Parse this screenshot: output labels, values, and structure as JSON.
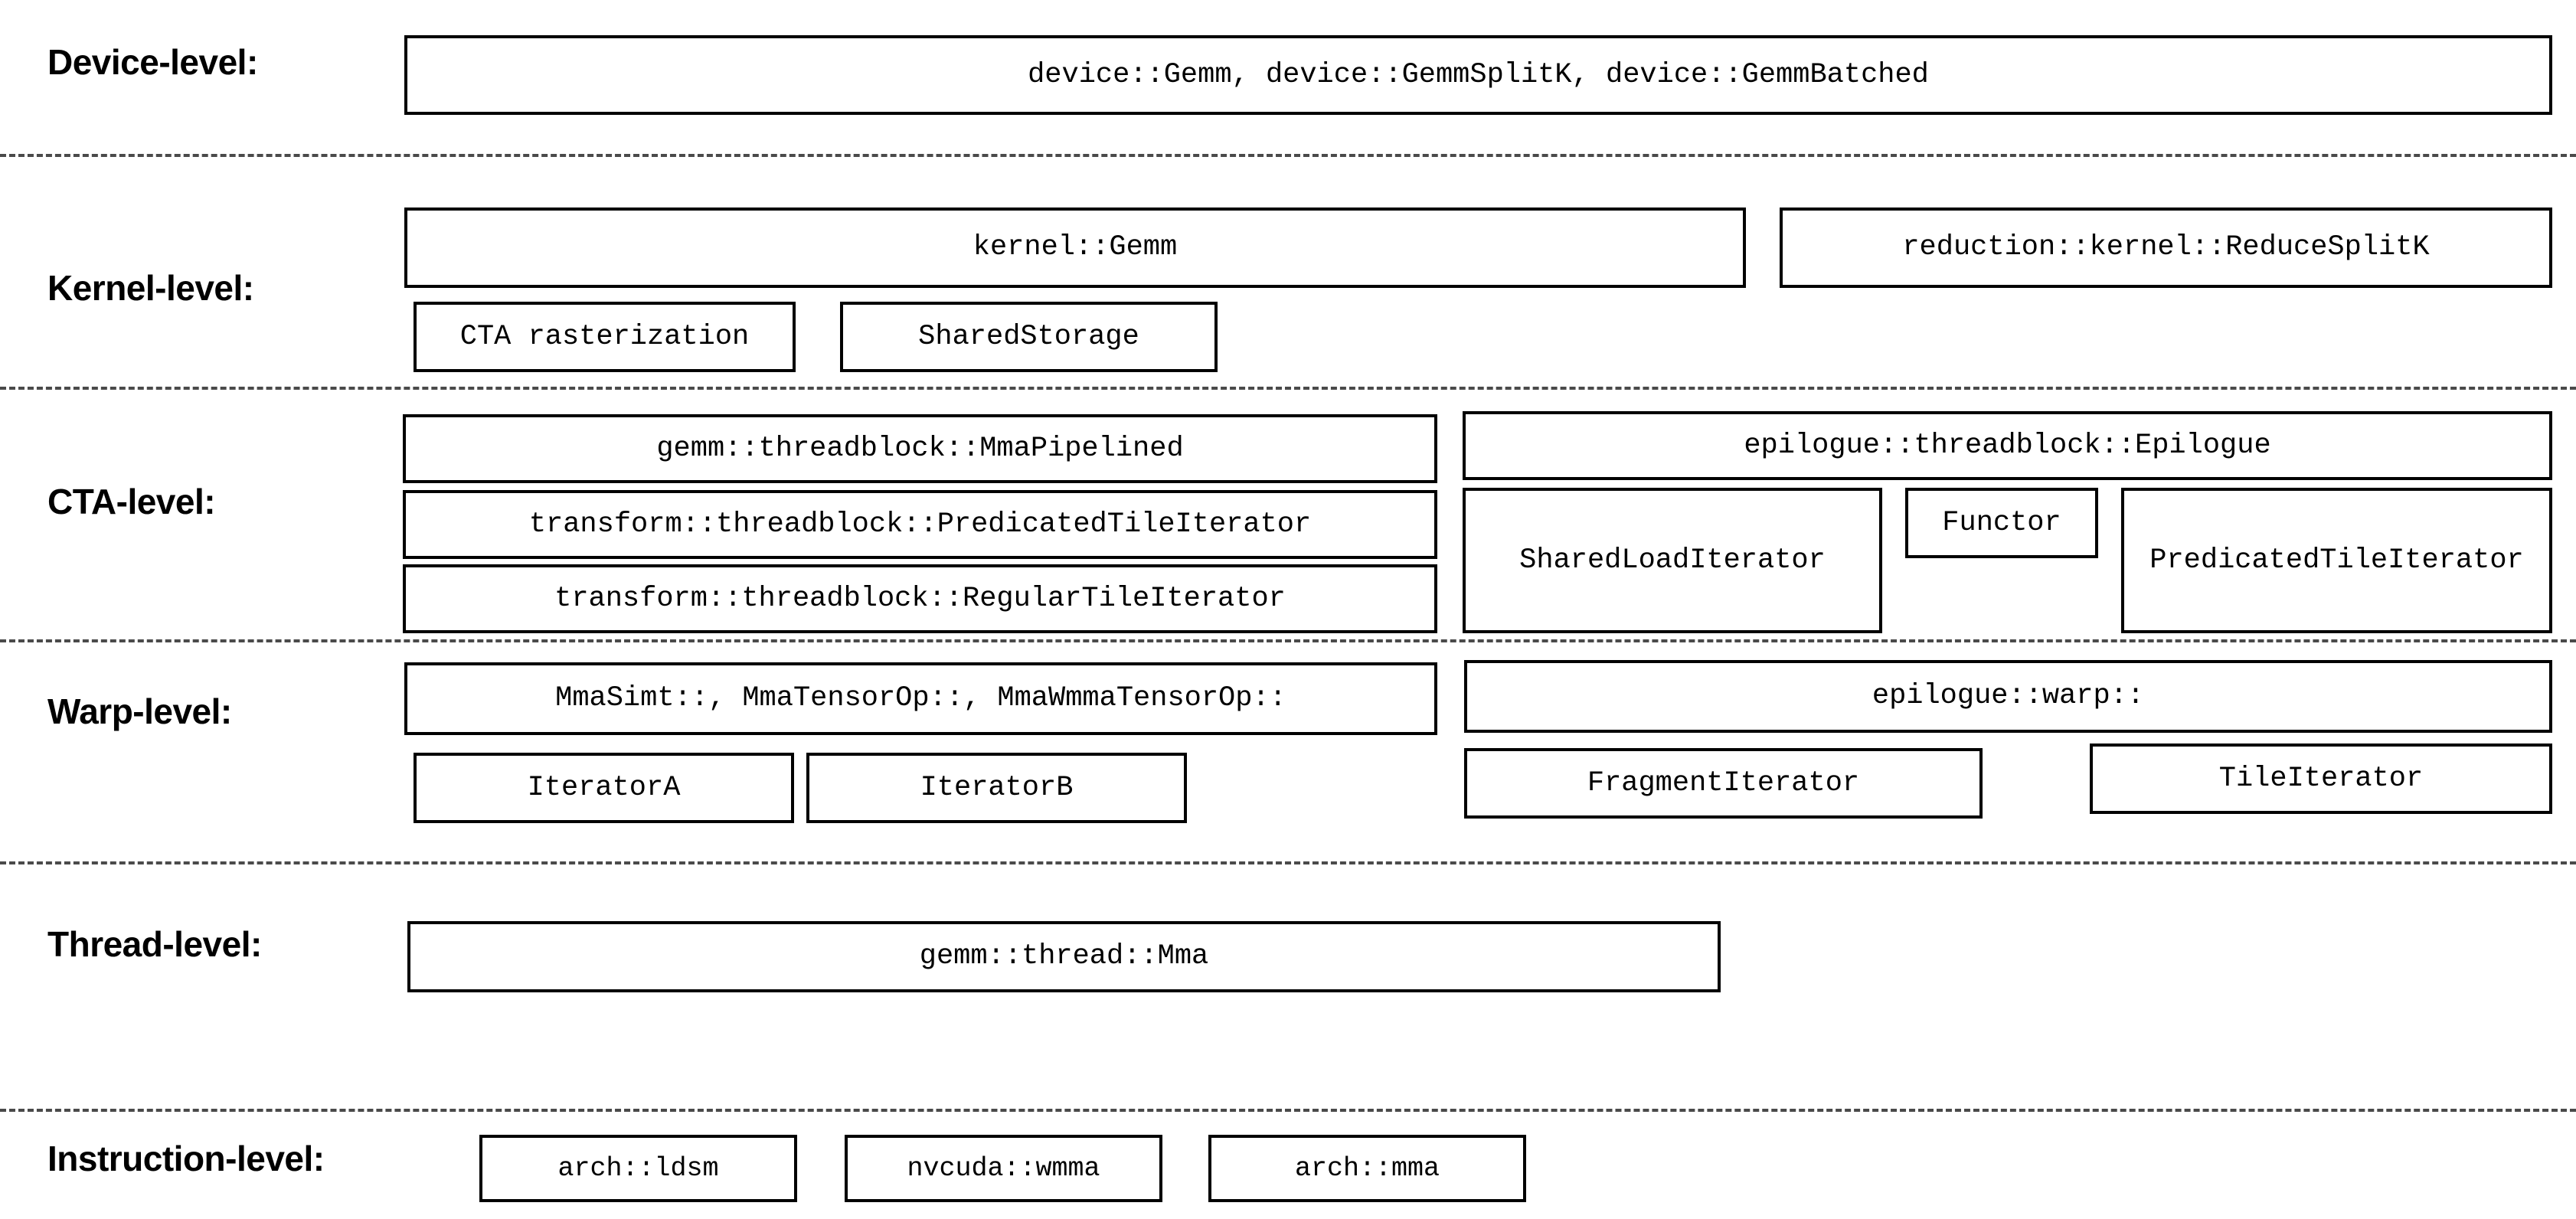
{
  "diagram": {
    "title": "CUTLASS GEMM hierarchy",
    "type": "layered-block-diagram",
    "background_color": "#ffffff",
    "box_border_color": "#000000",
    "separator_color": "#4a4a4a",
    "text_color": "#000000"
  },
  "levels": [
    {
      "id": "device",
      "label": "Device-level:",
      "boxes": [
        {
          "id": "device-gemm",
          "text": "device::Gemm, device::GemmSplitK, device::GemmBatched"
        }
      ]
    },
    {
      "id": "kernel",
      "label": "Kernel-level:",
      "boxes": [
        {
          "id": "kernel-gemm",
          "text": "kernel::Gemm"
        },
        {
          "id": "reduction-kernel-reducesplitk",
          "text": "reduction::kernel::ReduceSplitK"
        },
        {
          "id": "cta-rasterization",
          "text": "CTA rasterization"
        },
        {
          "id": "shared-storage",
          "text": "SharedStorage"
        }
      ]
    },
    {
      "id": "cta",
      "label": "CTA-level:",
      "boxes": [
        {
          "id": "gemm-threadblock-mmapipelined",
          "text": "gemm::threadblock::MmaPipelined"
        },
        {
          "id": "epilogue-threadblock-epilogue",
          "text": "epilogue::threadblock::Epilogue"
        },
        {
          "id": "transform-threadblock-predicatedtileiterator",
          "text": "transform::threadblock::PredicatedTileIterator"
        },
        {
          "id": "transform-threadblock-regulartileiterator",
          "text": "transform::threadblock::RegularTileIterator"
        },
        {
          "id": "shared-load-iterator",
          "text": "SharedLoadIterator"
        },
        {
          "id": "functor",
          "text": "Functor"
        },
        {
          "id": "predicated-tile-iterator",
          "text": "PredicatedTileIterator"
        }
      ]
    },
    {
      "id": "warp",
      "label": "Warp-level:",
      "boxes": [
        {
          "id": "mma-ops",
          "text": "MmaSimt::, MmaTensorOp::, MmaWmmaTensorOp::"
        },
        {
          "id": "epilogue-warp",
          "text": "epilogue::warp::"
        },
        {
          "id": "iterator-a",
          "text": "IteratorA"
        },
        {
          "id": "iterator-b",
          "text": "IteratorB"
        },
        {
          "id": "fragment-iterator",
          "text": "FragmentIterator"
        },
        {
          "id": "tile-iterator",
          "text": "TileIterator"
        }
      ]
    },
    {
      "id": "thread",
      "label": "Thread-level:",
      "boxes": [
        {
          "id": "gemm-thread-mma",
          "text": "gemm::thread::Mma"
        }
      ]
    },
    {
      "id": "instruction",
      "label": "Instruction-level:",
      "boxes": [
        {
          "id": "arch-ldsm",
          "text": "arch::ldsm"
        },
        {
          "id": "nvcuda-wmma",
          "text": "nvcuda::wmma"
        },
        {
          "id": "arch-mma",
          "text": "arch::mma"
        }
      ]
    }
  ]
}
